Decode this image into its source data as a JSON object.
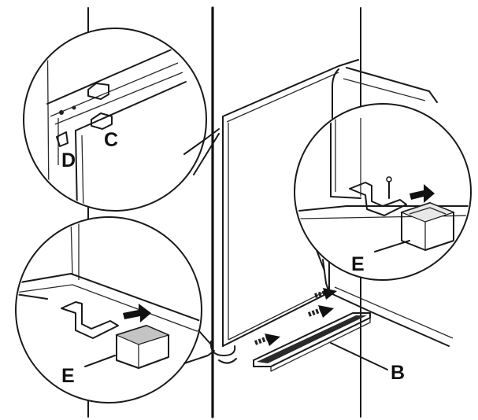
{
  "callouts": {
    "c": "C",
    "d": "D",
    "e_top": "E",
    "e_bottom": "E",
    "b": "B"
  }
}
